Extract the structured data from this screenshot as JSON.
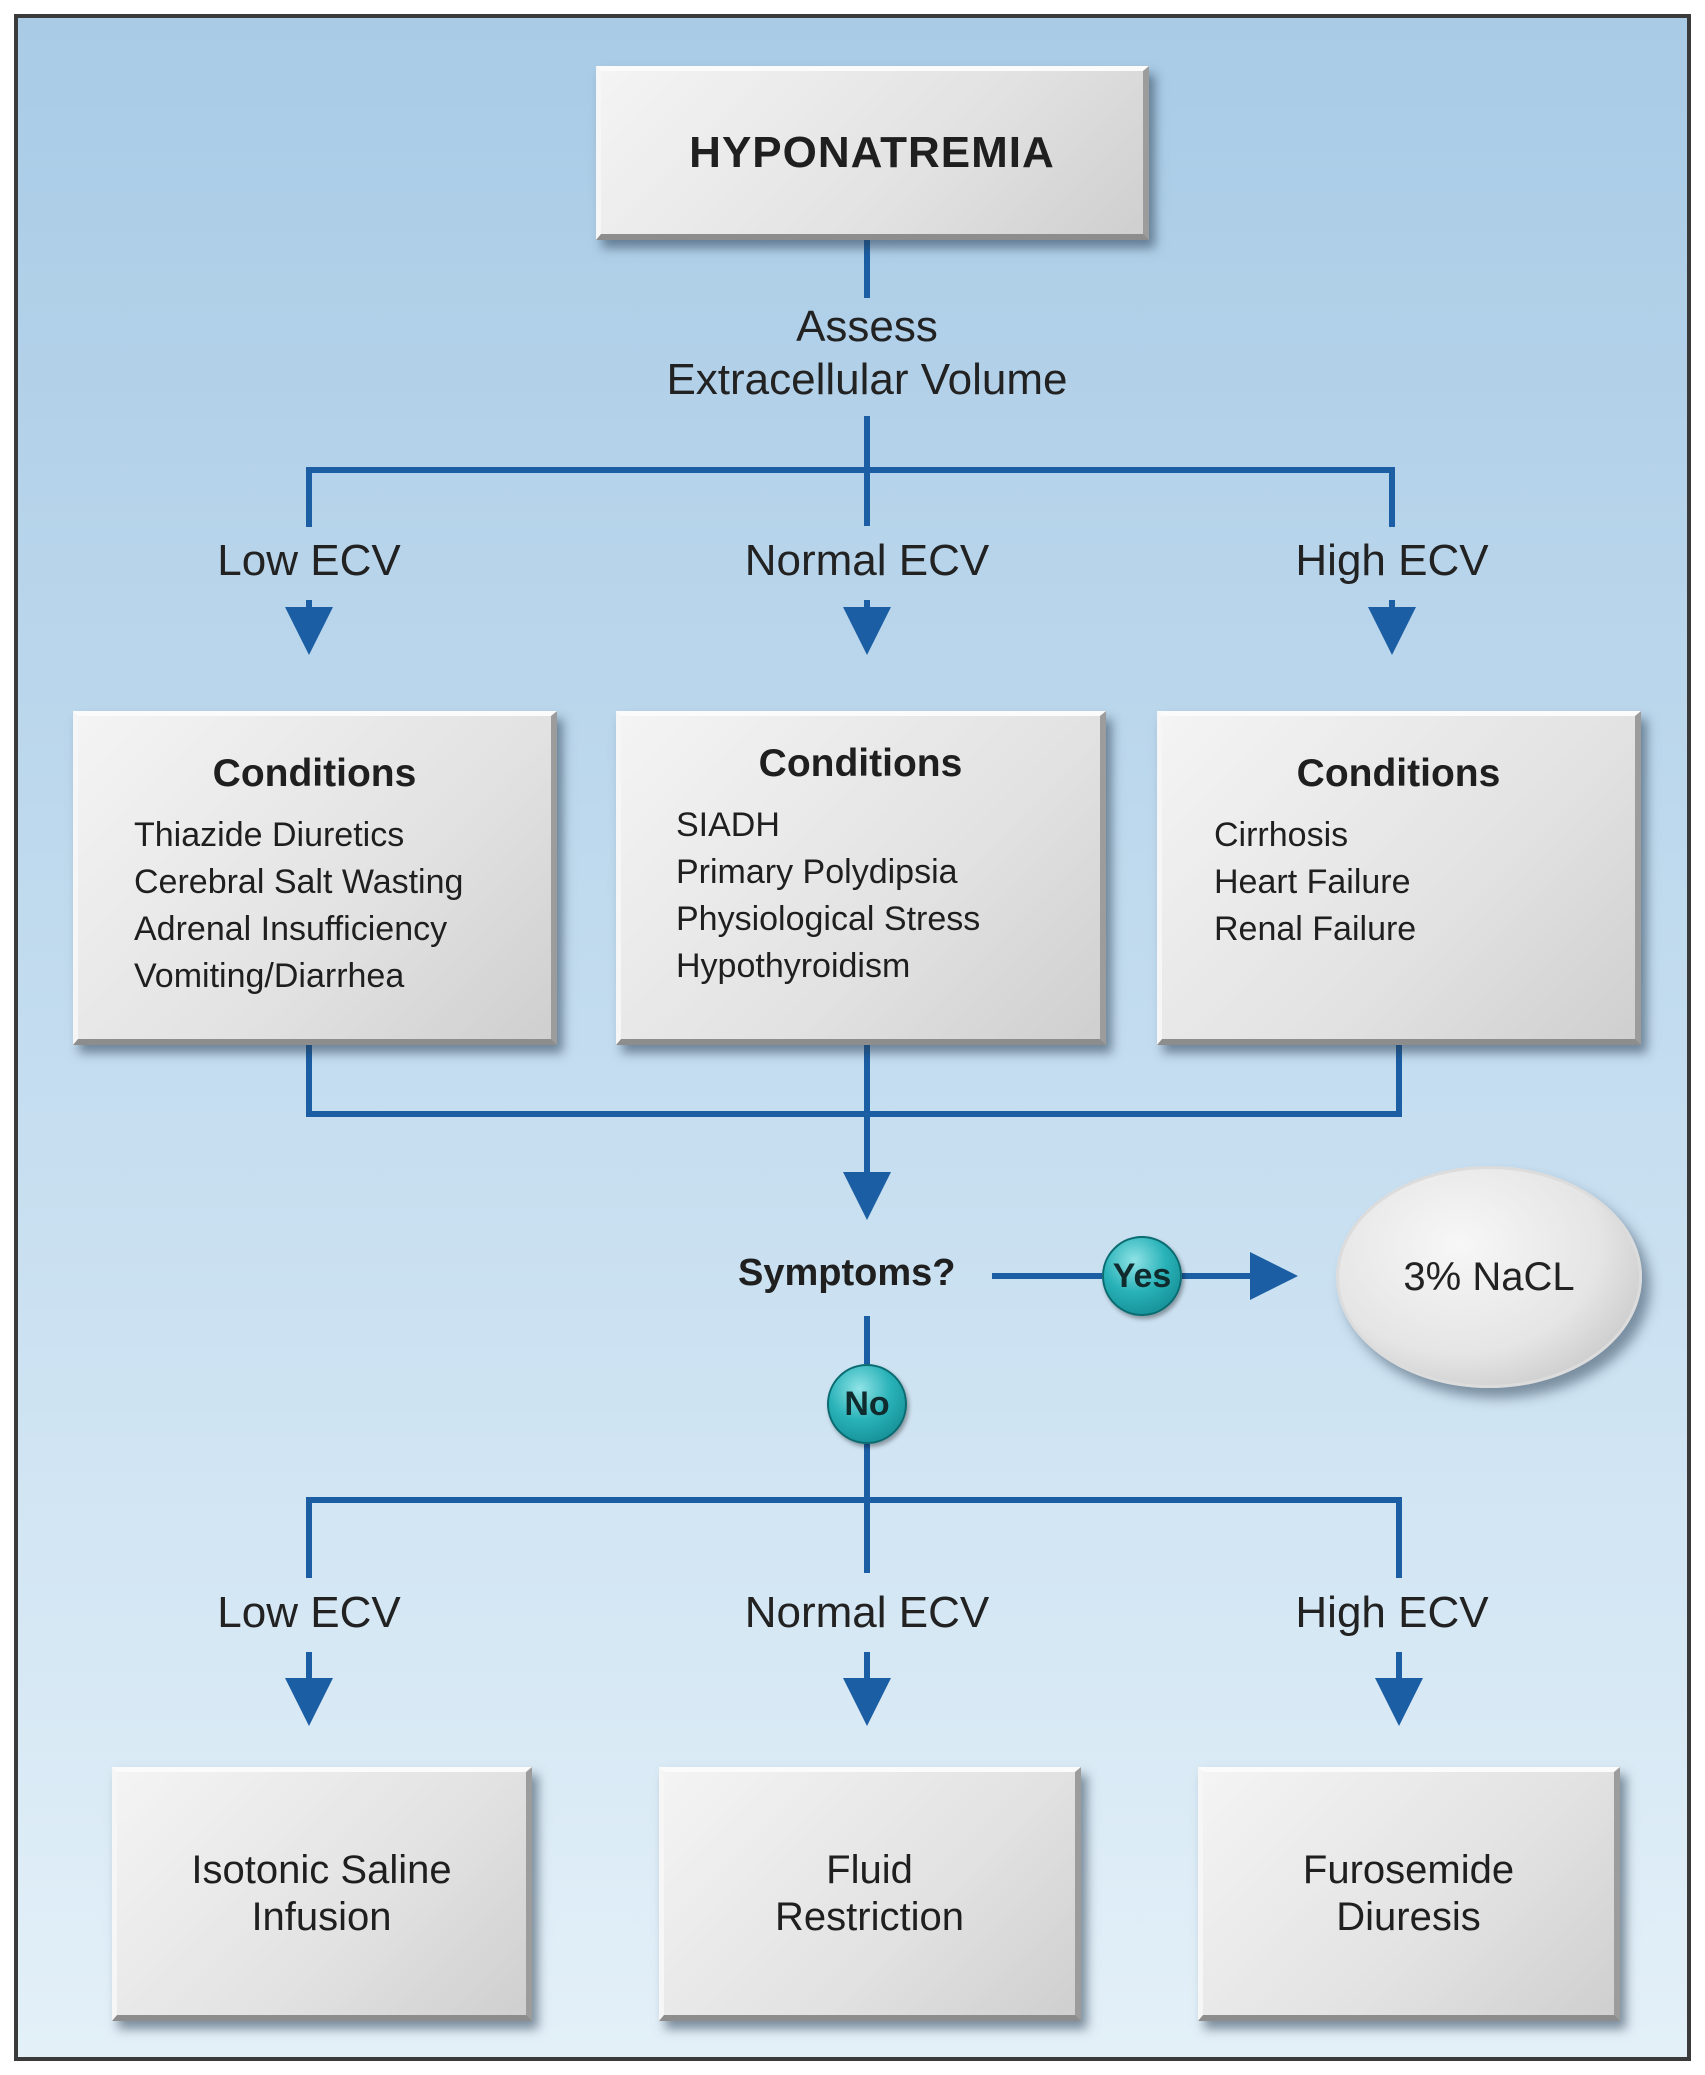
{
  "title": "HYPONATREMIA",
  "assess": {
    "line1": "Assess",
    "line2": "Extracellular Volume"
  },
  "ecv_labels": [
    "Low ECV",
    "Normal ECV",
    "High ECV"
  ],
  "conditions": [
    {
      "heading": "Conditions",
      "items": [
        "Thiazide Diuretics",
        "Cerebral Salt Wasting",
        "Adrenal Insufficiency",
        "Vomiting/Diarrhea"
      ]
    },
    {
      "heading": "Conditions",
      "items": [
        "SIADH",
        "Primary Polydipsia",
        "Physiological Stress",
        "Hypothyroidism"
      ]
    },
    {
      "heading": "Conditions",
      "items": [
        "Cirrhosis",
        "Heart Failure",
        "Renal Failure"
      ]
    }
  ],
  "decision": {
    "label": "Symptoms?",
    "yes": "Yes",
    "no": "No",
    "yes_result": "3% NaCL"
  },
  "treatments": [
    "Isotonic Saline\nInfusion",
    "Fluid\nRestriction",
    "Furosemide\nDiuresis"
  ],
  "colors": {
    "line": "#1b5ea3",
    "badge": "#1fa7ad"
  }
}
